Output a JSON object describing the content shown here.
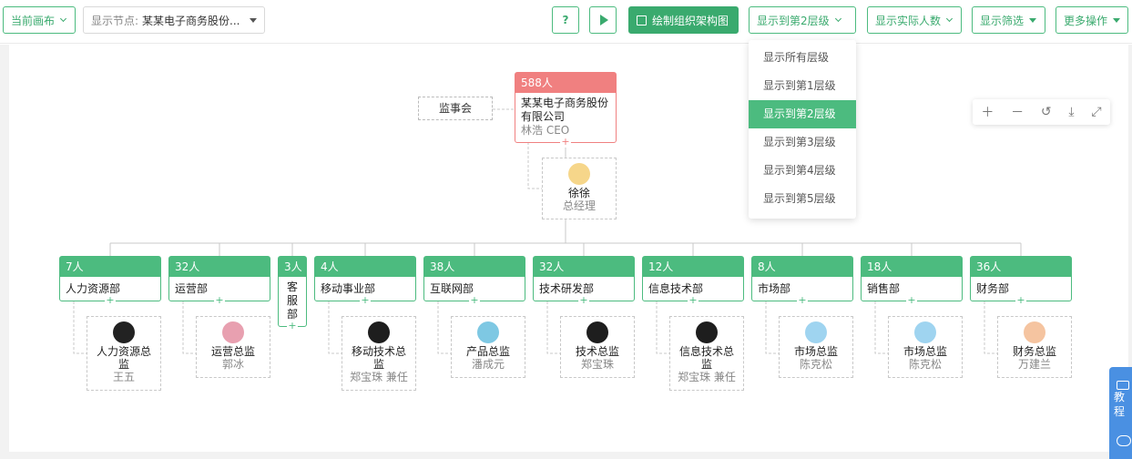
{
  "toolbar": {
    "canvas_label": "当前画布",
    "node_label": "显示节点:",
    "node_value": "某某电子商务股份...",
    "help_label": "?",
    "draw_label": "绘制组织架构图",
    "level_label": "显示到第2层级",
    "count_label": "显示实际人数",
    "filter_label": "显示筛选",
    "more_label": "更多操作"
  },
  "level_menu": [
    "显示所有层级",
    "显示到第1层级",
    "显示到第2层级",
    "显示到第3层级",
    "显示到第4层级",
    "显示到第5层级"
  ],
  "level_menu_selected": 2,
  "colors": {
    "accent": "#4cbb7f",
    "root": "#f08080",
    "side_tab": "#4a90e2"
  },
  "supervisor": "监事会",
  "root": {
    "count": "588人",
    "name": "某某电子商务股份有限公司",
    "person": "林浩 CEO"
  },
  "gm": {
    "name": "徐徐",
    "title": "总经理"
  },
  "departments": [
    {
      "count": "7人",
      "name": "人力资源部",
      "mgr_title": "人力资源总监",
      "mgr_name": "王五"
    },
    {
      "count": "32人",
      "name": "运营部",
      "mgr_title": "运营总监",
      "mgr_name": "郭冰"
    },
    {
      "count": "3人",
      "name": "客服部",
      "mgr_title": "",
      "mgr_name": ""
    },
    {
      "count": "4人",
      "name": "移动事业部",
      "mgr_title": "移动技术总监",
      "mgr_name": "郑宝珠 兼任"
    },
    {
      "count": "38人",
      "name": "互联网部",
      "mgr_title": "产品总监",
      "mgr_name": "潘成元"
    },
    {
      "count": "32人",
      "name": "技术研发部",
      "mgr_title": "技术总监",
      "mgr_name": "郑宝珠"
    },
    {
      "count": "12人",
      "name": "信息技术部",
      "mgr_title": "信息技术总监",
      "mgr_name": "郑宝珠 兼任"
    },
    {
      "count": "8人",
      "name": "市场部",
      "mgr_title": "市场总监",
      "mgr_name": "陈克松"
    },
    {
      "count": "18人",
      "name": "销售部",
      "mgr_title": "市场总监",
      "mgr_name": "陈克松"
    },
    {
      "count": "36人",
      "name": "财务部",
      "mgr_title": "财务总监",
      "mgr_name": "万建兰"
    }
  ],
  "side_tab": {
    "label1": "教程"
  },
  "icons": [
    "chevron-down-icon",
    "play-icon",
    "edit-icon",
    "plus-icon",
    "minus-icon",
    "undo-icon",
    "download-icon",
    "fullscreen-icon",
    "chat-icon"
  ]
}
